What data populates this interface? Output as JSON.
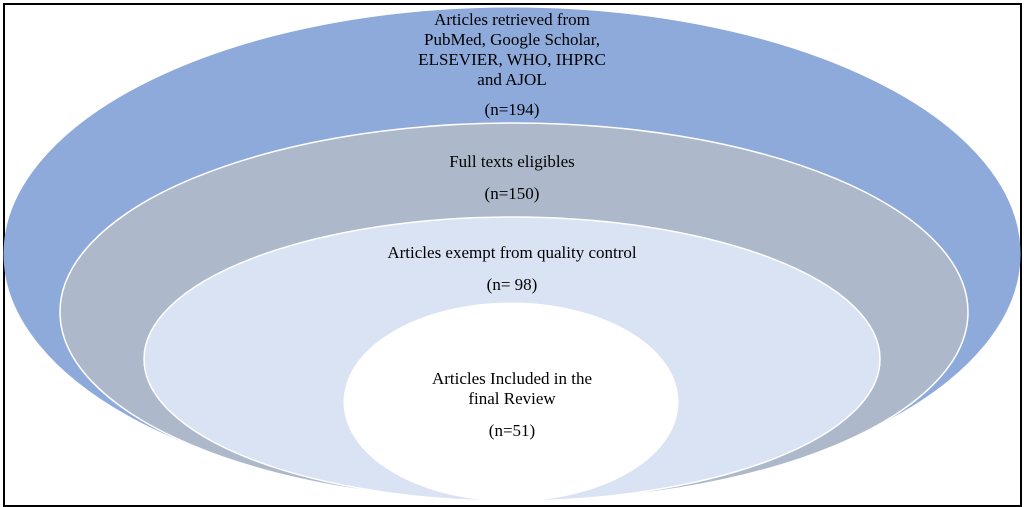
{
  "diagram": {
    "colors": {
      "outer": "#8eaadb",
      "second": "#adb9ca",
      "third": "#dae3f3",
      "inner": "#ffffff"
    },
    "levels": [
      {
        "lines": [
          "Articles retrieved from",
          "PubMed, Google Scholar,",
          "ELSEVIER, WHO, IHPRC",
          "and AJOL"
        ],
        "count": "(n=194)"
      },
      {
        "lines": [
          "Full texts eligibles"
        ],
        "count": "(n=150)"
      },
      {
        "lines": [
          "Articles exempt  from quality control"
        ],
        "count": "(n= 98)"
      },
      {
        "lines": [
          "Articles Included in the",
          "final Review"
        ],
        "count": "(n=51)"
      }
    ]
  }
}
